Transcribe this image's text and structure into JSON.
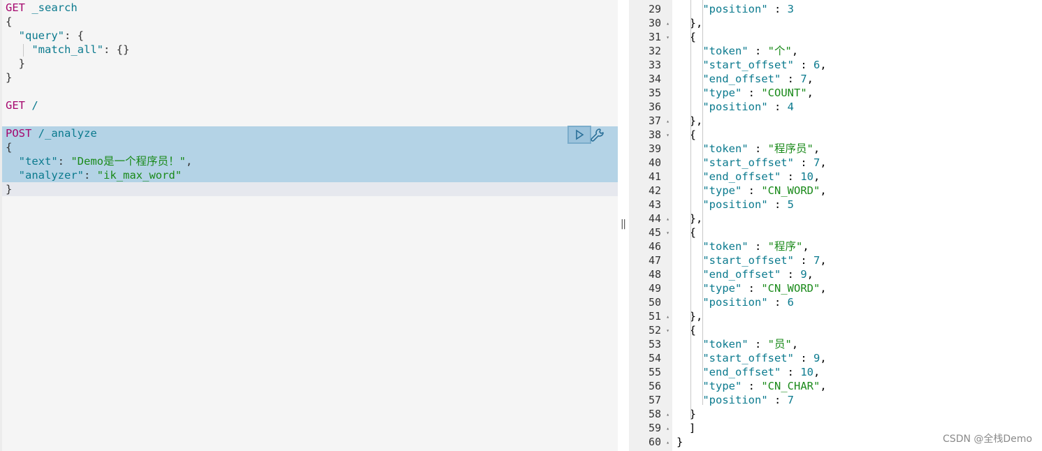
{
  "editor": {
    "lines": [
      {
        "method": "GET",
        "path": " _search"
      },
      {
        "text": "{"
      },
      {
        "key": "\"query\"",
        "rest": ": {"
      },
      {
        "key": "\"match_all\"",
        "rest": ": {}"
      },
      {
        "text": "  }"
      },
      {
        "text": "}"
      },
      {
        "text": ""
      },
      {
        "method": "GET",
        "path": " /"
      },
      {
        "text": ""
      },
      {
        "method": "POST",
        "path": " /_analyze"
      },
      {
        "text": "{"
      },
      {
        "key": "\"text\"",
        "rest": ": ",
        "value": "\"Demo是一个程序员！\"",
        "tail": ","
      },
      {
        "key": "\"analyzer\"",
        "rest": ": ",
        "value": "\"ik_max_word\""
      },
      {
        "text": "}"
      }
    ]
  },
  "output": {
    "line_numbers": [
      "29",
      "30",
      "31",
      "32",
      "33",
      "34",
      "35",
      "36",
      "37",
      "38",
      "39",
      "40",
      "41",
      "42",
      "43",
      "44",
      "45",
      "46",
      "47",
      "48",
      "49",
      "50",
      "51",
      "52",
      "53",
      "54",
      "55",
      "56",
      "57",
      "58",
      "59",
      "60"
    ],
    "folds": [
      "",
      "▴",
      "▾",
      "",
      "",
      "",
      "",
      "",
      "▴",
      "▾",
      "",
      "",
      "",
      "",
      "",
      "▴",
      "▾",
      "",
      "",
      "",
      "",
      "",
      "▴",
      "▾",
      "",
      "",
      "",
      "",
      "",
      "▴",
      "▴",
      "▴"
    ],
    "tokens": [
      {
        "token": "\"个\"",
        "start_offset": "6",
        "end_offset": "7",
        "type": "\"COUNT\"",
        "position": "4"
      },
      {
        "token": "\"程序员\"",
        "start_offset": "7",
        "end_offset": "10",
        "type": "\"CN_WORD\"",
        "position": "5"
      },
      {
        "token": "\"程序\"",
        "start_offset": "7",
        "end_offset": "9",
        "type": "\"CN_WORD\"",
        "position": "6"
      },
      {
        "token": "\"员\"",
        "start_offset": "9",
        "end_offset": "10",
        "type": "\"CN_CHAR\"",
        "position": "7"
      }
    ],
    "first_line": {
      "key": "\"position\"",
      "value": "3"
    },
    "labels": {
      "token": "\"token\"",
      "start_offset": "\"start_offset\"",
      "end_offset": "\"end_offset\"",
      "type": "\"type\"",
      "position": "\"position\""
    },
    "close_array": "]",
    "close_root": "}"
  },
  "toolbar": {
    "run_icon": "play-icon",
    "settings_icon": "wrench-icon"
  },
  "watermark": "CSDN @全栈Demo",
  "colors": {
    "selection": "#b4d3e6",
    "method": "#a5076e",
    "key": "#0b7a8e",
    "string": "#1a8a1a"
  }
}
